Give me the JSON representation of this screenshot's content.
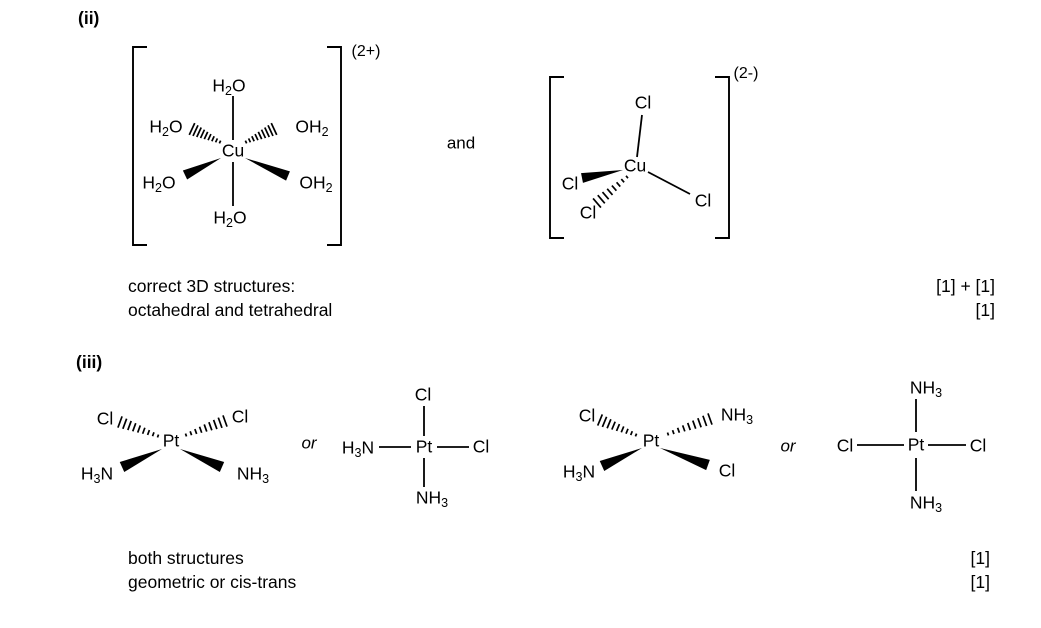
{
  "page": {
    "background": "#ffffff",
    "text_color": "#000000"
  },
  "chem": {
    "copper": "Cu",
    "platinum": "Pt",
    "chloride": "Cl",
    "water_ho": [
      "H",
      "2",
      "O"
    ],
    "water_oh": [
      "OH",
      "2"
    ],
    "ammine_hn": [
      "H",
      "3",
      "N"
    ],
    "ammine_nh": [
      "NH",
      "3"
    ],
    "charge_plus": "(2+)",
    "charge_minus": "(2-)"
  },
  "section_ii": {
    "label": "(ii)",
    "connector": "and",
    "caption": [
      "correct 3D structures:",
      "octahedral and tetrahedral"
    ],
    "marks": [
      "[1] + [1]",
      "[1]"
    ]
  },
  "section_iii": {
    "label": "(iii)",
    "or_word": "or",
    "caption": [
      "both structures",
      "geometric or cis-trans"
    ],
    "marks": [
      "[1]",
      "[1]"
    ]
  }
}
